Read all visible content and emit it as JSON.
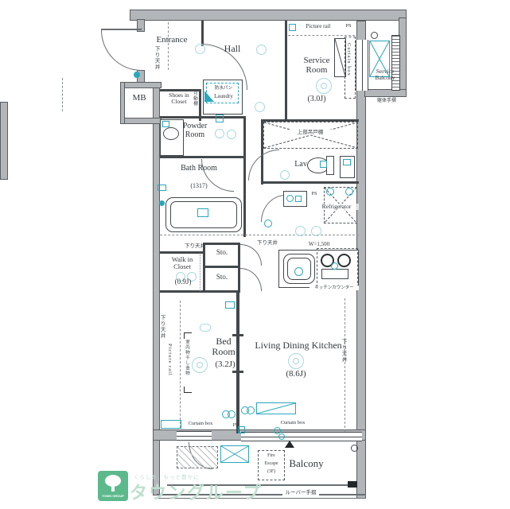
{
  "rooms": {
    "entrance": "Entrance",
    "hall": "Hall",
    "service_room": "Service Room",
    "service_room_size": "(3.0J)",
    "service_balcony": "Service Balcony",
    "mb": "MB",
    "shoes_in_closet": "Shoes in Closet",
    "laundry": "Laundry",
    "powder_room": "Powder Room",
    "bath_room": "Bath Room",
    "bath_room_size": "(1317)",
    "lav": "Lav.",
    "refrigerator": "Refrigerator",
    "walk_in_closet": "Walk in Closet",
    "walk_in_closet_size": "(0.9J)",
    "storage_top": "Sto.",
    "storage_bottom": "Sto.",
    "bed_room": "Bed Room",
    "bed_room_size": "(3.2J)",
    "ldk": "Living Dining Kitchen",
    "ldk_size": "(8.6J)",
    "balcony": "Balcony"
  },
  "ann": {
    "picture_rail_top": "Picture rail",
    "picture_rail_left": "Picture rail",
    "ps_top": "PS",
    "ps_mid": "PS",
    "ps_bottom": "PS",
    "curtain_box_side": "Curtain box",
    "curtain_box_left": "Curtain box",
    "curtain_box_center": "Curtain box",
    "lowered_ceiling_entrance": "下り天井",
    "lowered_ceiling_wic": "下り天井",
    "lowered_ceiling_kitchen": "下り天井",
    "lowered_ceiling_bedroom": "下り天井",
    "lowered_ceiling_ldk": "下り天井",
    "upper_cabinet": "上部吊戸棚",
    "kitchen_width": "W=1,500",
    "kitchen_counter": "キッチンカウンター",
    "movable_shelf": "可動棚",
    "waterproof_pan": "防水パン",
    "indoor_drying_fitting": "室内物干し金物",
    "frame_handrail": "躯体手摺",
    "louver_handrail": "ルーバー手摺",
    "fire_escape_l1": "Fire",
    "fire_escape_l2": "Escape",
    "fire_escape_l3": "(3F)"
  },
  "watermark": {
    "brand": "タウングループ",
    "tagline": "くらしを、もっと豊かに",
    "logo_text": "TOWN GROUP"
  },
  "colors": {
    "wall_fill": "#b3b6b9",
    "wall_line": "#43484c",
    "fixture_cyan": "#2aa7bc",
    "light_cyan": "#a7d9df",
    "watermark_green": "#5cb98c",
    "watermark_text": "#bfe0cf"
  },
  "icons": {
    "downlight": "outlined-circle",
    "ceiling_fan_light": "double-circle",
    "outlet": "small-cyan-circle",
    "cross_box": "x-marked-rect",
    "door_swing": "quarter-arc",
    "window": "double-line",
    "tree_logo": "white-tree-on-green"
  }
}
